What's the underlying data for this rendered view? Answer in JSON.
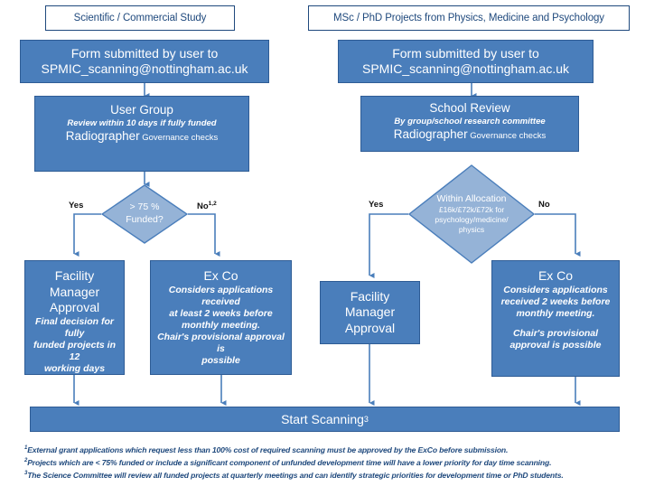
{
  "theme": {
    "box_fill": "#4A7EBB",
    "box_border": "#2E5C95",
    "diamond_fill": "#95B3D7",
    "diamond_border": "#4A7EBB",
    "title_border": "#1F497D",
    "title_text": "#1F497D",
    "arrow_color": "#4A7EBB",
    "page_background": "#FFFFFF"
  },
  "columns": {
    "left": {
      "title": "Scientific / Commercial Study",
      "submit_box": {
        "line1": "Form submitted by user to",
        "line2": "SPMIC_scanning@nottingham.ac.uk"
      },
      "review_box": {
        "heading": "User Group",
        "line2": "Review within 10 days if fully funded",
        "line3_strong": "Radiographer",
        "line3_rest": " Governance checks"
      },
      "decision": {
        "line1": "> 75 %",
        "line2": "Funded?",
        "yes_label": "Yes",
        "no_label": "No",
        "no_superscript": "1,2"
      },
      "yes_outcome": {
        "heading_line1": "Facility Manager",
        "heading_line2": "Approval",
        "detail_line1": "Final decision for fully",
        "detail_line2": "funded projects in 12",
        "detail_line3": "working days"
      },
      "no_outcome": {
        "heading": "Ex Co",
        "detail_line1": "Considers applications received",
        "detail_line2": "at least 2 weeks before",
        "detail_line3": "monthly meeting.",
        "detail_line4": "Chair's provisional approval  is",
        "detail_line5": "possible"
      }
    },
    "right": {
      "title": "MSc / PhD Projects from Physics, Medicine and Psychology",
      "submit_box": {
        "line1": "Form submitted by user to",
        "line2": "SPMIC_scanning@nottingham.ac.uk"
      },
      "review_box": {
        "heading": "School Review",
        "line2": "By group/school research committee",
        "line3_strong": "Radiographer",
        "line3_rest": " Governance checks"
      },
      "decision": {
        "line1": "Within Allocation",
        "line2": "£16k/£72k/£72k for",
        "line3": "psychology/medicine/",
        "line4": "physics",
        "yes_label": "Yes",
        "no_label": "No"
      },
      "yes_outcome": {
        "heading_line1": "Facility Manager",
        "heading_line2": "Approval"
      },
      "no_outcome": {
        "heading": "Ex Co",
        "detail_line1": "Considers applications",
        "detail_line2": "received 2 weeks before",
        "detail_line3": "monthly meeting.",
        "detail_line4": "Chair's provisional",
        "detail_line5": "approval  is possible"
      }
    }
  },
  "final": {
    "label": "Start Scanning",
    "superscript": "3"
  },
  "footnotes": [
    {
      "marker": "1",
      "text": "External grant applications which request less than 100% cost of required scanning must be approved by the ExCo before submission."
    },
    {
      "marker": "2",
      "text": "Projects which are < 75% funded or include a significant component of unfunded development time will have a lower priority for day time scanning."
    },
    {
      "marker": "3",
      "text": "The Science Committee will review all funded projects at quarterly meetings and can identify strategic priorities for development time or PhD students."
    }
  ]
}
